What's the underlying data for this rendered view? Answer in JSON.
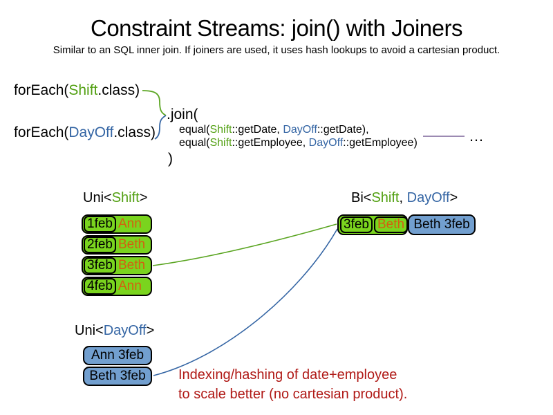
{
  "slide": {
    "title": "Constraint Streams: join() with Joiners",
    "subtitle": "Similar to an SQL inner join. If joiners are used, it uses hash lookups to avoid a cartesian product."
  },
  "code": {
    "foreach_shift": {
      "pre": "forEach(",
      "type": "Shift",
      "post": ".class)"
    },
    "foreach_dayoff": {
      "pre": "forEach(",
      "type": "DayOff",
      "post": ".class)"
    },
    "join_open": ".join(",
    "joiner_date": {
      "pre": "equal(",
      "type1": "Shift",
      "mid": "::getDate, ",
      "type2": "DayOff",
      "post": "::getDate),"
    },
    "joiner_employee": {
      "pre": "equal(",
      "type1": "Shift",
      "mid": "::getEmployee, ",
      "type2": "DayOff",
      "post": "::getEmployee)"
    },
    "join_close": ")",
    "ellipsis": "…"
  },
  "uni_shift": {
    "label": {
      "pre": "Uni<",
      "type": "Shift",
      "post": ">"
    },
    "rows": [
      {
        "date": "1feb",
        "employee": "Ann"
      },
      {
        "date": "2feb",
        "employee": "Beth"
      },
      {
        "date": "3feb",
        "employee": "Beth"
      },
      {
        "date": "4feb",
        "employee": "Ann"
      }
    ]
  },
  "bi": {
    "label": {
      "pre": "Bi<",
      "type1": "Shift",
      "sep": ", ",
      "type2": "DayOff",
      "post": ">"
    },
    "row": {
      "shift_date": "3feb",
      "shift_employee": "Beth",
      "dayoff": "Beth 3feb"
    }
  },
  "uni_dayoff": {
    "label": {
      "pre": "Uni<",
      "type": "DayOff",
      "post": ">"
    },
    "rows": [
      {
        "text": "Ann 3feb"
      },
      {
        "text": "Beth 3feb"
      }
    ]
  },
  "note": {
    "line1": "Indexing/hashing of date+employee",
    "line2": "to scale better (no cartesian product)."
  },
  "colors": {
    "shift_text_green": "#52a012",
    "dayoff_text_blue": "#3465a4",
    "employee_text_orange": "#d45f10",
    "shift_cell_green": "#7ad41e",
    "dayoff_cell_blue": "#729fcf",
    "note_red": "#b01916",
    "joiner_line_purple": "#7c6498",
    "connector_green": "#5aa521",
    "connector_blue": "#3465a4"
  }
}
